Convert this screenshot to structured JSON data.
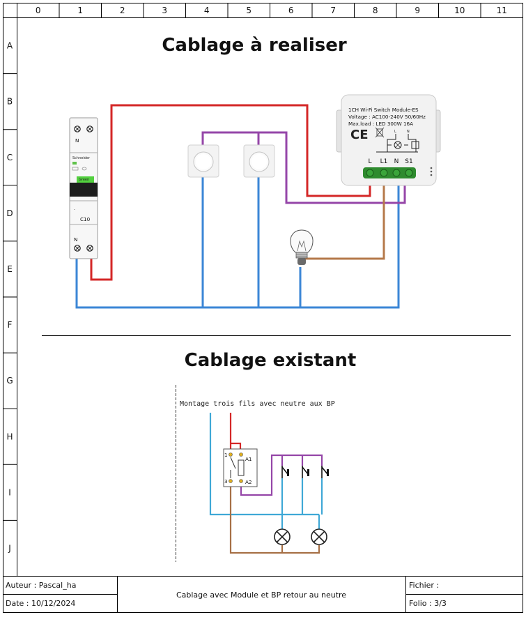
{
  "grid": {
    "columns": [
      "0",
      "1",
      "2",
      "3",
      "4",
      "5",
      "6",
      "7",
      "8",
      "9",
      "10",
      "11"
    ],
    "rows": [
      "A",
      "B",
      "C",
      "D",
      "E",
      "F",
      "G",
      "H",
      "I",
      "J"
    ]
  },
  "section_top": {
    "title": "Cablage à realiser"
  },
  "section_bottom": {
    "title": "Cablage existant",
    "sketch_caption": "Montage trois fils avec neutre aux BP"
  },
  "breaker": {
    "brand": "Schneider",
    "rating": "C10",
    "neutral_top": "N",
    "neutral_bottom": "N",
    "label_green": "Green"
  },
  "module": {
    "line1": "1CH Wi-Fi Switch Module-ES",
    "line2": "Voltage : AC100-240V 50/60Hz",
    "line3": "Max.load : LED 300W  16A",
    "ce_mark": "CE",
    "schema_l": "L",
    "schema_n": "N",
    "terminals": [
      "L",
      "L1",
      "N",
      "S1"
    ]
  },
  "sketch_relay": {
    "term1": "1",
    "term3": "3",
    "a1": "A1",
    "a2": "A2"
  },
  "colors": {
    "phase": "#d42727",
    "neutral": "#3b86d6",
    "switched": "#9546a8",
    "lamp": "#b5794a",
    "module_bg": "#f2f2f2",
    "terminal": "#2e8b2e"
  },
  "footer": {
    "author": "Auteur : Pascal_ha",
    "date": "Date : 10/12/2024",
    "description": "Cablage avec Module et BP retour au neutre",
    "file": "Fichier :",
    "folio": "Folio : 3/3"
  }
}
